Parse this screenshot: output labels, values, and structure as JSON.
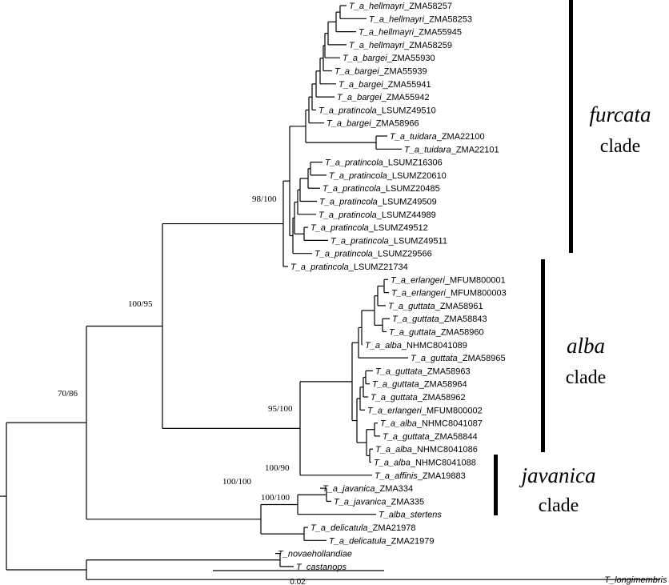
{
  "tips": [
    {
      "prefix": "T_a_hellmayri",
      "id": "_ZMA58257"
    },
    {
      "prefix": "T_a_hellmayri",
      "id": "_ZMA58253"
    },
    {
      "prefix": "T_a_hellmayri",
      "id": "_ZMA55945"
    },
    {
      "prefix": "T_a_hellmayri",
      "id": "_ZMA58259"
    },
    {
      "prefix": "T_a_bargei",
      "id": "_ZMA55930"
    },
    {
      "prefix": "T_a_bargei",
      "id": "_ZMA55939"
    },
    {
      "prefix": "T_a_bargei",
      "id": "_ZMA55941"
    },
    {
      "prefix": "T_a_bargei",
      "id": "_ZMA55942"
    },
    {
      "prefix": "T_a_pratincola",
      "id": "_LSUMZ49510"
    },
    {
      "prefix": "T_a_bargei",
      "id": "_ZMA58966"
    },
    {
      "prefix": "T_a_tuidara",
      "id": "_ZMA22100"
    },
    {
      "prefix": "T_a_tuidara",
      "id": "_ZMA22101"
    },
    {
      "prefix": "T_a_pratincola",
      "id": "_LSUMZ16306"
    },
    {
      "prefix": "T_a_pratincola",
      "id": "_LSUMZ20610"
    },
    {
      "prefix": "T_a_pratincola",
      "id": "_LSUMZ20485"
    },
    {
      "prefix": "T_a_pratincola",
      "id": "_LSUMZ49509"
    },
    {
      "prefix": "T_a_pratincola",
      "id": "_LSUMZ44989"
    },
    {
      "prefix": "T_a_pratincola",
      "id": "_LSUMZ49512"
    },
    {
      "prefix": "T_a_pratincola",
      "id": "_LSUMZ49511"
    },
    {
      "prefix": "T_a_pratincola",
      "id": "_LSUMZ29566"
    },
    {
      "prefix": "T_a_pratincola",
      "id": "_LSUMZ21734"
    },
    {
      "prefix": "T_a_erlangeri",
      "id": "_MFUM800001"
    },
    {
      "prefix": "T_a_erlangeri",
      "id": "_MFUM800003"
    },
    {
      "prefix": "T_a_guttata",
      "id": "_ZMA58961"
    },
    {
      "prefix": "T_a_guttata",
      "id": "_ZMA58843"
    },
    {
      "prefix": "T_a_guttata",
      "id": "_ZMA58960"
    },
    {
      "prefix": "T_a_alba",
      "id": "_NHMC8041089"
    },
    {
      "prefix": "T_a_guttata",
      "id": "_ZMA58965"
    },
    {
      "prefix": "T_a_guttata",
      "id": "_ZMA58963"
    },
    {
      "prefix": "T_a_guttata",
      "id": "_ZMA58964"
    },
    {
      "prefix": "T_a_guttata",
      "id": "_ZMA58962"
    },
    {
      "prefix": "T_a_erlangeri",
      "id": "_MFUM800002"
    },
    {
      "prefix": "T_a_alba",
      "id": "_NHMC8041087"
    },
    {
      "prefix": "T_a_guttata",
      "id": "_ZMA58844"
    },
    {
      "prefix": "T_a_alba",
      "id": "_NHMC8041086"
    },
    {
      "prefix": "T_a_alba",
      "id": "_NHMC8041088"
    },
    {
      "prefix": "T_a_affinis",
      "id": "_ZMA19883"
    },
    {
      "prefix": "T_a_javanica",
      "id": "_ZMA334"
    },
    {
      "prefix": "T_a_javanica",
      "id": "_ZMA335"
    },
    {
      "prefix": "T_alba_stertens",
      "id": ""
    },
    {
      "prefix": "T_a_delicatula",
      "id": "_ZMA21978"
    },
    {
      "prefix": "T_a_delicatula",
      "id": "_ZMA21979"
    },
    {
      "prefix": "T_novaehollandiae",
      "id": ""
    },
    {
      "prefix": "T_castanops",
      "id": ""
    },
    {
      "prefix": "T_longimembris",
      "id": ""
    }
  ],
  "support": {
    "furcata_node": "98/100",
    "furcata_alba_node": "100/95",
    "alba_node": "95/100",
    "ingroup_node": "70/86",
    "javanica_node": "100/100",
    "javanica_pair": "100/90",
    "delicatula_pair": "100/100"
  },
  "clades": {
    "furcata": {
      "name": "furcata",
      "word": "clade"
    },
    "alba": {
      "name": "alba",
      "word": "clade"
    },
    "javanica": {
      "name": "javanica",
      "word": "clade"
    }
  },
  "scale": {
    "label": "0.02"
  }
}
